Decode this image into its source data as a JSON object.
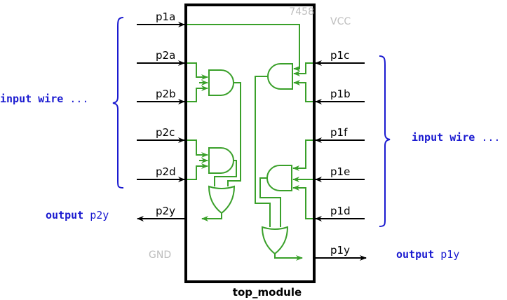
{
  "chip": {
    "part_number": "7458",
    "vcc": "VCC",
    "gnd": "GND",
    "module_name": "top_module"
  },
  "pins_left": {
    "p1a": "p1a",
    "p2a": "p2a",
    "p2b": "p2b",
    "p2c": "p2c",
    "p2d": "p2d",
    "p2y": "p2y"
  },
  "pins_right": {
    "p1c": "p1c",
    "p1b": "p1b",
    "p1f": "p1f",
    "p1e": "p1e",
    "p1d": "p1d",
    "p1y": "p1y"
  },
  "left_group": {
    "keyword": "input",
    "type": "wire",
    "suffix": " ..."
  },
  "right_group": {
    "keyword": "input",
    "type": "wire",
    "suffix": " ..."
  },
  "output_left": {
    "keyword": "output",
    "name": "p2y"
  },
  "output_right": {
    "keyword": "output",
    "name": "p1y"
  },
  "colors": {
    "gate": "#3aa02a",
    "keyword": "#1a1ad0",
    "brace": "#1a1ad0",
    "chip_label": "#bdbdbd"
  }
}
